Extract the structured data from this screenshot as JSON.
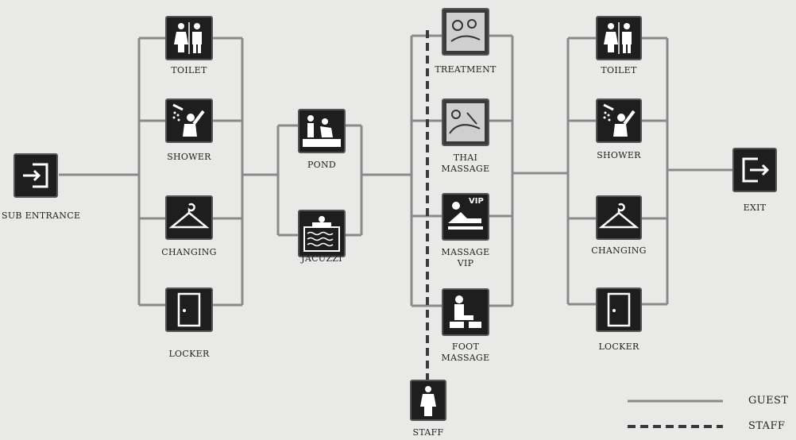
{
  "colors": {
    "line": "#8a8a8a",
    "dash": "#3a3a3a",
    "icon_bg": "#1e1e1e",
    "icon_fg": "#ffffff",
    "bg": "#e9e9e7"
  },
  "nodes": {
    "sub_entrance": {
      "label": "SUB ENTRANCE",
      "icon": "entrance-icon"
    },
    "toilet_1": {
      "label": "TOILET",
      "icon": "toilet-icon"
    },
    "shower_1": {
      "label": "SHOWER",
      "icon": "shower-icon"
    },
    "changing_1": {
      "label": "CHANGING",
      "icon": "hanger-icon"
    },
    "locker_1": {
      "label": "LOCKER",
      "icon": "door-icon"
    },
    "pond": {
      "label": "POND",
      "icon": "pond-icon"
    },
    "jacuzzi": {
      "label": "JACUZZI",
      "icon": "jacuzzi-icon"
    },
    "treatment": {
      "label": "TREATMENT",
      "icon": "treatment-icon"
    },
    "thai_massage": {
      "label_line1": "THAI",
      "label_line2": "MASSAGE",
      "icon": "massage-icon"
    },
    "massage_vip": {
      "label_line1": "MASSAGE",
      "label_line2": "VIP",
      "icon": "vip-massage-icon",
      "badge": "VIP"
    },
    "foot_massage": {
      "label_line1": "FOOT",
      "label_line2": "MASSAGE",
      "icon": "foot-massage-icon"
    },
    "staff": {
      "label": "STAFF",
      "icon": "staff-icon"
    },
    "toilet_2": {
      "label": "TOILET",
      "icon": "toilet-icon"
    },
    "shower_2": {
      "label": "SHOWER",
      "icon": "shower-icon"
    },
    "changing_2": {
      "label": "CHANGING",
      "icon": "hanger-icon"
    },
    "locker_2": {
      "label": "LOCKER",
      "icon": "door-icon"
    },
    "exit": {
      "label": "EXIT",
      "icon": "exit-icon"
    }
  },
  "legend": {
    "guest": "GUEST",
    "staff": "STAFF"
  }
}
